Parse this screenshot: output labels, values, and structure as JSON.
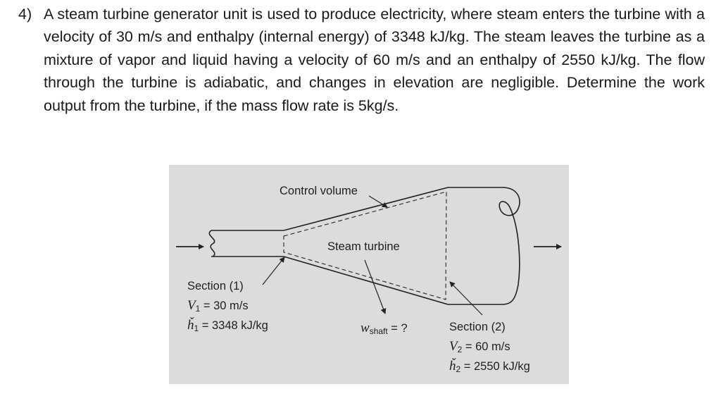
{
  "problem": {
    "number": "4)",
    "text": "A steam turbine generator unit is used to produce electricity, where steam enters the turbine with a velocity of 30 m/s and enthalpy (internal energy) of 3348 kJ/kg. The steam leaves the turbine as a mixture of vapor and liquid having a velocity of 60 m/s and an enthalpy of 2550 kJ/kg. The flow through the turbine is adiabatic, and changes in elevation are negligible. Determine the work output from the turbine, if the mass flow rate is 5kg/s."
  },
  "figure": {
    "control_volume": "Control volume",
    "steam_turbine": "Steam turbine",
    "section1": {
      "title": "Section (1)",
      "v_sym": "V",
      "v_sub": "1",
      "v_val": "= 30 m/s",
      "h_sym": "ȟ",
      "h_sub": "1",
      "h_val": "= 3348 kJ/kg"
    },
    "shaft": {
      "sym": "w",
      "sub": "shaft",
      "val": "= ?"
    },
    "section2": {
      "title": "Section (2)",
      "v_sym": "V",
      "v_sub": "2",
      "v_val": "= 60 m/s",
      "h_sym": "ȟ",
      "h_sub": "2",
      "h_val": "= 2550 kJ/kg"
    }
  }
}
